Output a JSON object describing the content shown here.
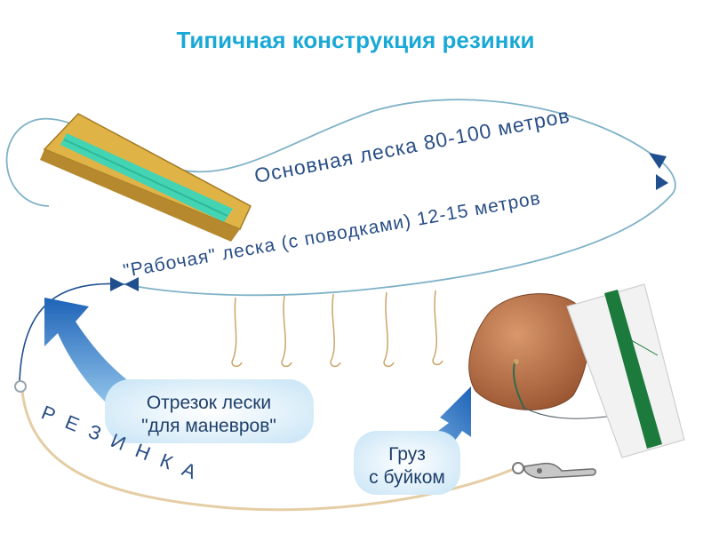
{
  "title": "Типичная конструкция резинки",
  "labels": {
    "main_line": "Основная леска 80-100 метров",
    "working_line": "\"Рабочая\" леска (с поводками) 12-15 метров",
    "rubber": "РЕЗИНКА",
    "maneuver_line_1": "Отрезок лески",
    "maneuver_line_2": "\"для маневров\"",
    "weight_1": "Груз",
    "weight_2": "с буйком"
  },
  "colors": {
    "title": "#1aa9d6",
    "line_dark": "#1f4f8e",
    "line_light": "#7fb2c8",
    "reel_wood": "#e0b347",
    "reel_line": "#43d4b4",
    "arrow_blue": "#1e63b8",
    "text_blue": "#2a4f86",
    "rubber_line": "#e8cfa6",
    "rock": "#b8714a",
    "float_white": "#f2f2f2",
    "float_line": "#1c7a3c"
  }
}
